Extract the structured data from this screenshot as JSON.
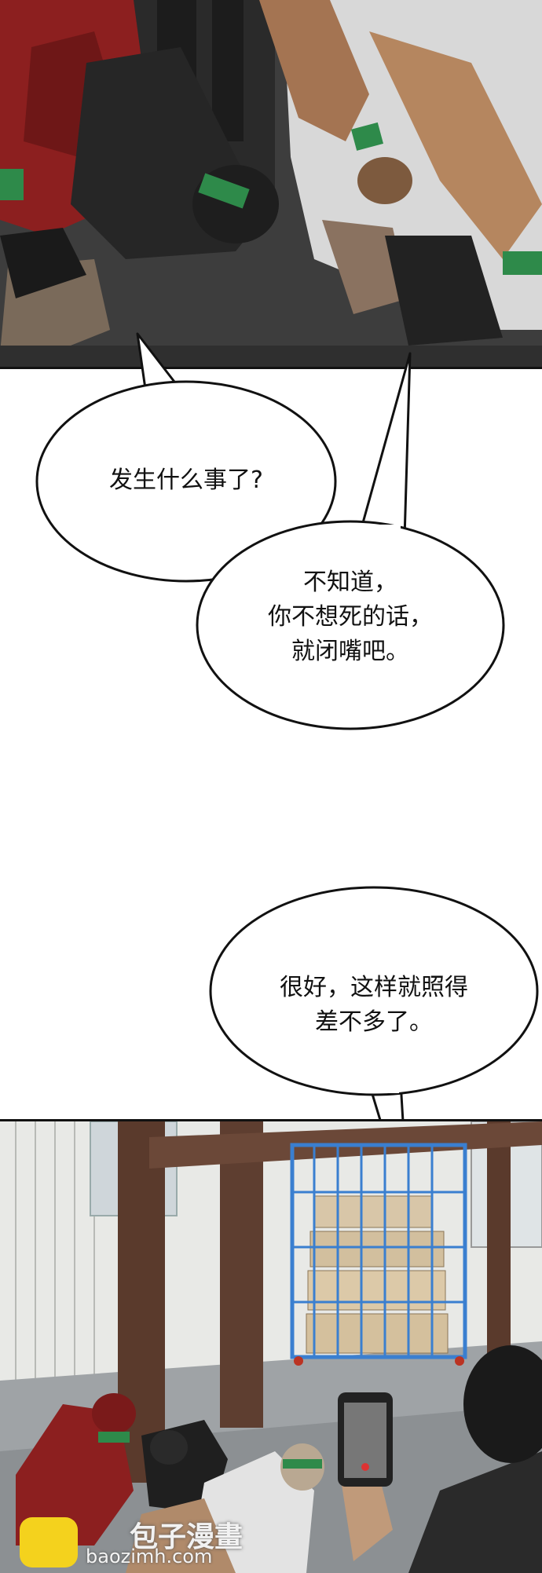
{
  "bubbles": {
    "what_happened": "发生什么事了?",
    "dont_know": "不知道，\n你不想死的话，\n就闭嘴吧。",
    "good_shot": "很好，这样就照得\n差不多了。"
  },
  "watermark": {
    "site_name": "包子漫畫",
    "url": "baozimh.com"
  },
  "colors": {
    "bubble_fill": "#ffffff",
    "bubble_stroke": "#111111",
    "wristband_green": "#2e8a4a",
    "jacket_red": "#8c1f1f",
    "watermark_yellow": "#f4d21d"
  }
}
